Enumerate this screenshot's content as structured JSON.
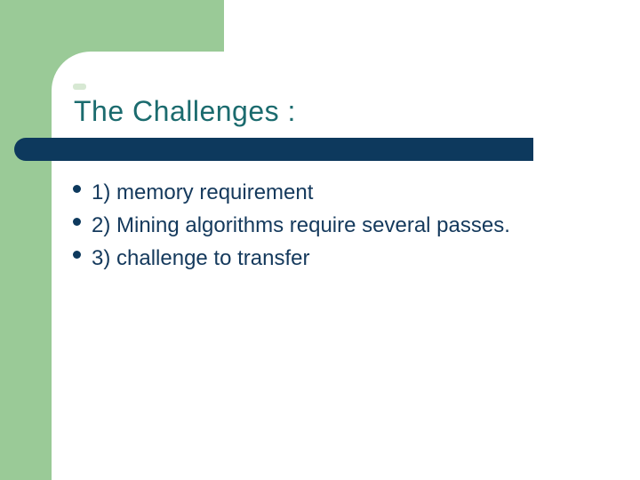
{
  "slide": {
    "title": "The Challenges :",
    "bullets": [
      "1) memory requirement",
      "2) Mining algorithms require several passes.",
      "3) challenge to transfer"
    ],
    "colors": {
      "background_green": "#9aca97",
      "accent_navy": "#0d395d",
      "title_teal": "#1b6b6e",
      "body_text_navy": "#14395c",
      "pale_green_dash": "#d7e8d3",
      "card_white": "#ffffff"
    }
  }
}
